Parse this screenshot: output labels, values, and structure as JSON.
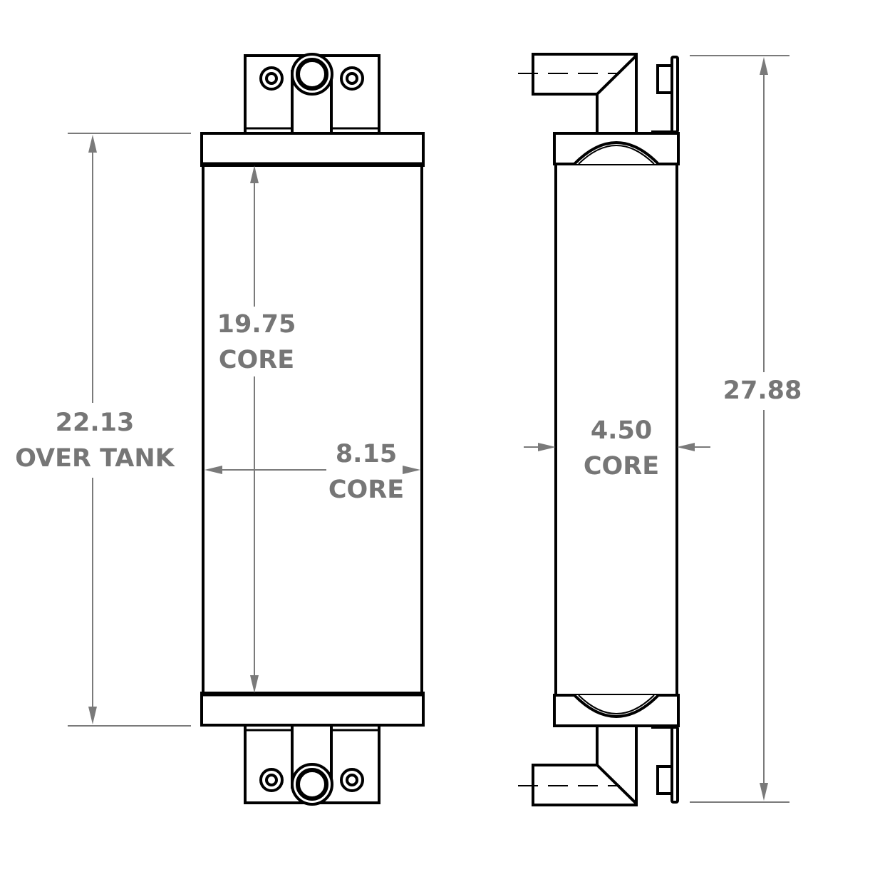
{
  "drawing": {
    "line_color": "#000000",
    "dimension_color": "#767676",
    "dimensions": {
      "over_tank": {
        "value": "22.13",
        "label": "OVER TANK"
      },
      "core_height": {
        "value": "19.75",
        "label": "CORE"
      },
      "core_width": {
        "value": "8.15",
        "label": "CORE"
      },
      "core_depth": {
        "value": "4.50",
        "label": "CORE"
      },
      "overall_height": {
        "value": "27.88"
      }
    }
  }
}
